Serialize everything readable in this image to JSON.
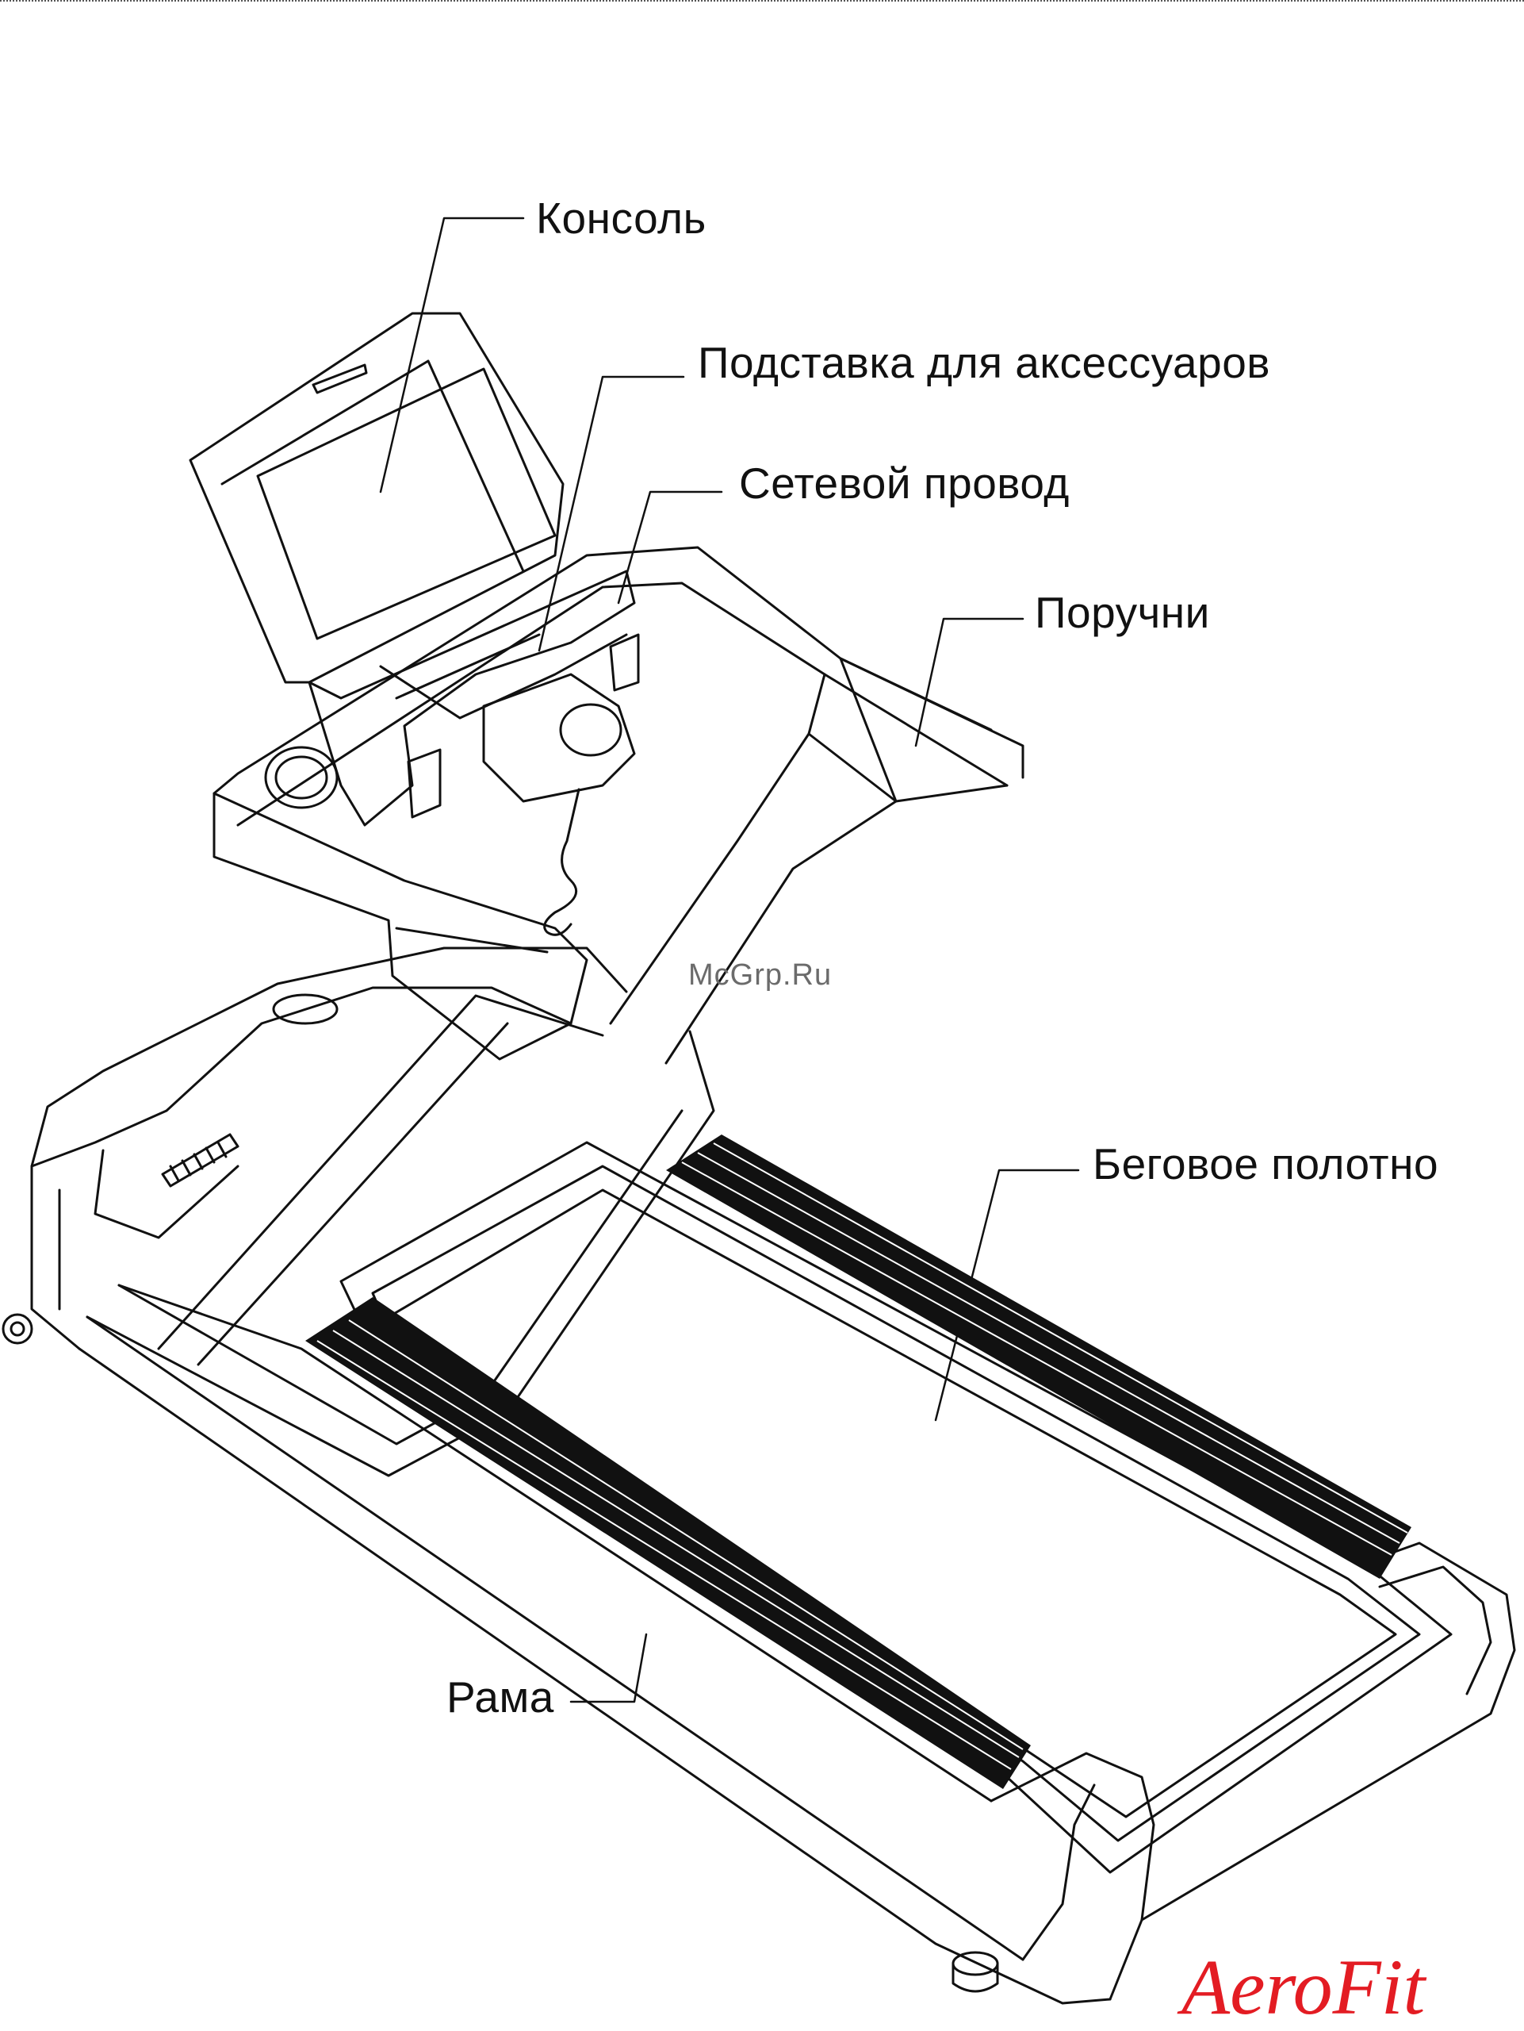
{
  "labels": {
    "console": "Консоль",
    "accessory_tray": "Подставка для аксессуаров",
    "power_cord": "Сетевой провод",
    "handrails": "Поручни",
    "running_belt": "Беговое полотно",
    "frame": "Рама"
  },
  "watermark": "McGrp.Ru",
  "brand_logo": "AeroFit",
  "colors": {
    "line": "#111111",
    "brand": "#e31c23",
    "watermark": "#6b6b6b"
  }
}
